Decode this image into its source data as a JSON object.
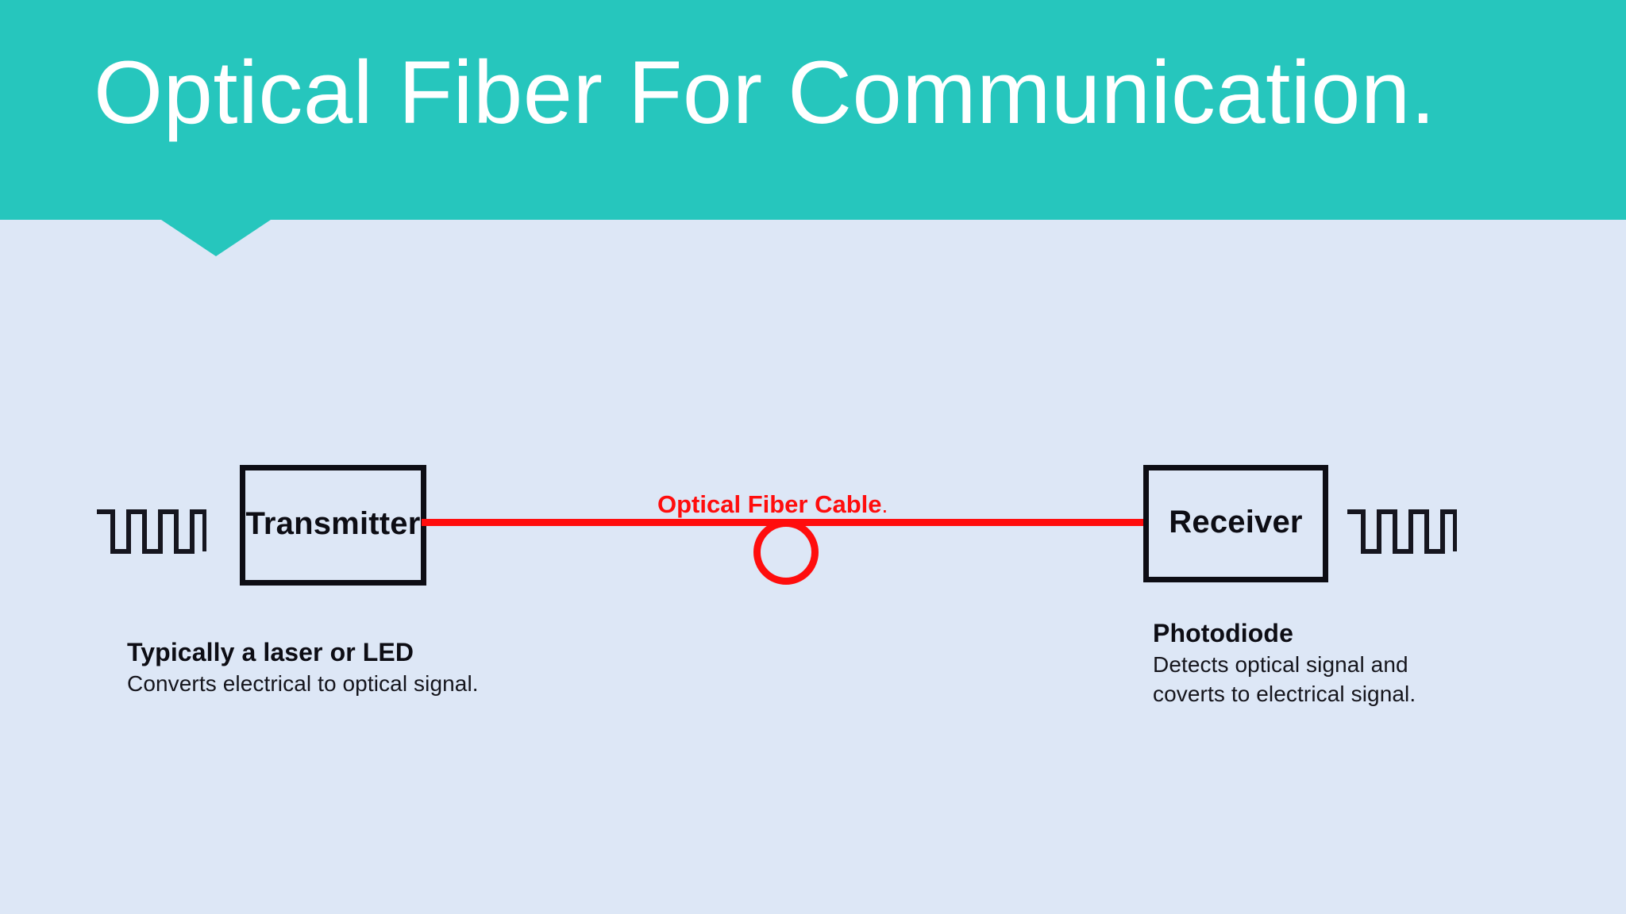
{
  "header": {
    "title": "Optical Fiber For Communication.",
    "band_color": "#26c6bd",
    "title_color": "#ffffff"
  },
  "background_color": "#dde7f6",
  "diagram": {
    "transmitter": {
      "label": "Transmitter",
      "border_color": "#0d0d14"
    },
    "receiver": {
      "label": "Receiver",
      "border_color": "#0d0d14"
    },
    "fiber": {
      "label": "Optical Fiber Cable",
      "label_suffix": ".",
      "color": "#ff0d0d"
    },
    "signal_left": {
      "name": "electrical-signal-input"
    },
    "signal_right": {
      "name": "electrical-signal-output"
    }
  },
  "captions": {
    "transmitter": {
      "title": "Typically a laser or LED",
      "body": "Converts electrical to optical signal."
    },
    "receiver": {
      "title": "Photodiode",
      "body": "Detects optical signal and\ncoverts to electrical signal."
    }
  }
}
